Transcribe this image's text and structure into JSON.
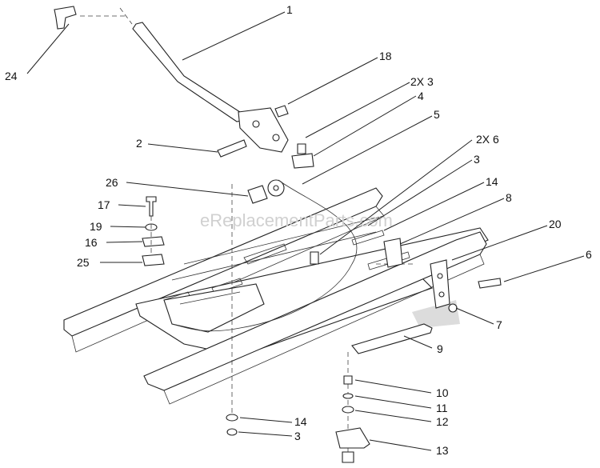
{
  "watermark": "eReplacementParts.com",
  "callouts": [
    {
      "id": "1",
      "label": "1"
    },
    {
      "id": "18",
      "label": "18"
    },
    {
      "id": "2x3",
      "label": "2X 3"
    },
    {
      "id": "4",
      "label": "4"
    },
    {
      "id": "5",
      "label": "5"
    },
    {
      "id": "2x6",
      "label": "2X 6"
    },
    {
      "id": "3a",
      "label": "3"
    },
    {
      "id": "14a",
      "label": "14"
    },
    {
      "id": "8",
      "label": "8"
    },
    {
      "id": "20",
      "label": "20"
    },
    {
      "id": "6",
      "label": "6"
    },
    {
      "id": "7",
      "label": "7"
    },
    {
      "id": "9",
      "label": "9"
    },
    {
      "id": "10",
      "label": "10"
    },
    {
      "id": "11",
      "label": "11"
    },
    {
      "id": "12",
      "label": "12"
    },
    {
      "id": "13",
      "label": "13"
    },
    {
      "id": "14b",
      "label": "14"
    },
    {
      "id": "3b",
      "label": "3"
    },
    {
      "id": "24",
      "label": "24"
    },
    {
      "id": "2",
      "label": "2"
    },
    {
      "id": "26",
      "label": "26"
    },
    {
      "id": "17",
      "label": "17"
    },
    {
      "id": "19",
      "label": "19"
    },
    {
      "id": "16",
      "label": "16"
    },
    {
      "id": "25",
      "label": "25"
    }
  ]
}
